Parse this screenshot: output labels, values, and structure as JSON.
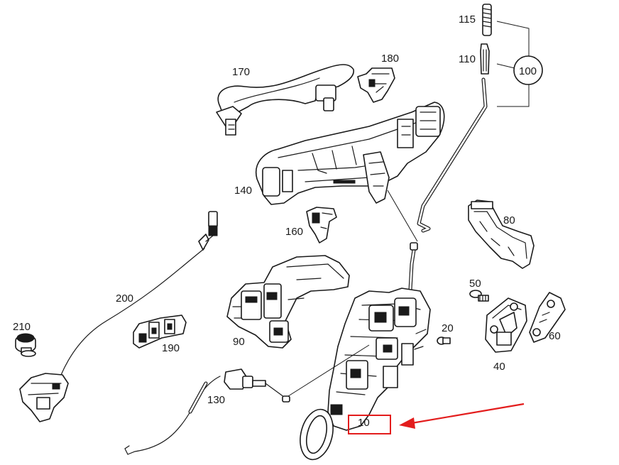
{
  "diagram": {
    "labels": {
      "p115": "115",
      "p110": "110",
      "p100": "100",
      "p170": "170",
      "p180": "180",
      "p140": "140",
      "p160": "160",
      "p80": "80",
      "p200": "200",
      "p90": "90",
      "p50": "50",
      "p20": "20",
      "p210": "210",
      "p190": "190",
      "p60": "60",
      "p40": "40",
      "p130": "130",
      "p10": "10"
    },
    "colors": {
      "line": "#1a1a1a",
      "highlight": "#e31d1d",
      "background": "#ffffff"
    }
  }
}
